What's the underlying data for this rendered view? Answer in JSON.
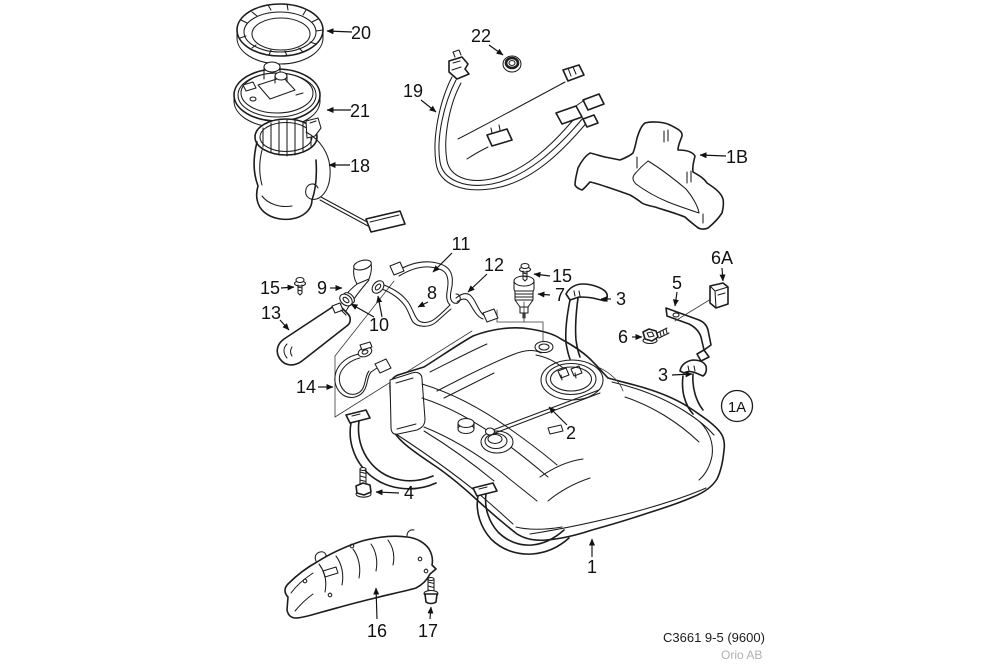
{
  "footer": {
    "catalog_code": "C3661 9-5 (9600)",
    "brand": "Orio AB"
  },
  "colors": {
    "line": "#1c1c1c",
    "label": "#111111",
    "brand_gray": "#b0b0b0",
    "background": "#ffffff"
  },
  "callouts": {
    "c1": {
      "label": "1"
    },
    "c1a": {
      "label": "1A"
    },
    "c1b": {
      "label": "1B"
    },
    "c2": {
      "label": "2"
    },
    "c3a": {
      "label": "3"
    },
    "c3b": {
      "label": "3"
    },
    "c4": {
      "label": "4"
    },
    "c5": {
      "label": "5"
    },
    "c6": {
      "label": "6"
    },
    "c6a": {
      "label": "6A"
    },
    "c7": {
      "label": "7"
    },
    "c8": {
      "label": "8"
    },
    "c9": {
      "label": "9"
    },
    "c10": {
      "label": "10"
    },
    "c11": {
      "label": "11"
    },
    "c12": {
      "label": "12"
    },
    "c13": {
      "label": "13"
    },
    "c14": {
      "label": "14"
    },
    "c15a": {
      "label": "15"
    },
    "c15b": {
      "label": "15"
    },
    "c16": {
      "label": "16"
    },
    "c17": {
      "label": "17"
    },
    "c18": {
      "label": "18"
    },
    "c19": {
      "label": "19"
    },
    "c20": {
      "label": "20"
    },
    "c21": {
      "label": "21"
    },
    "c22": {
      "label": "22"
    }
  }
}
